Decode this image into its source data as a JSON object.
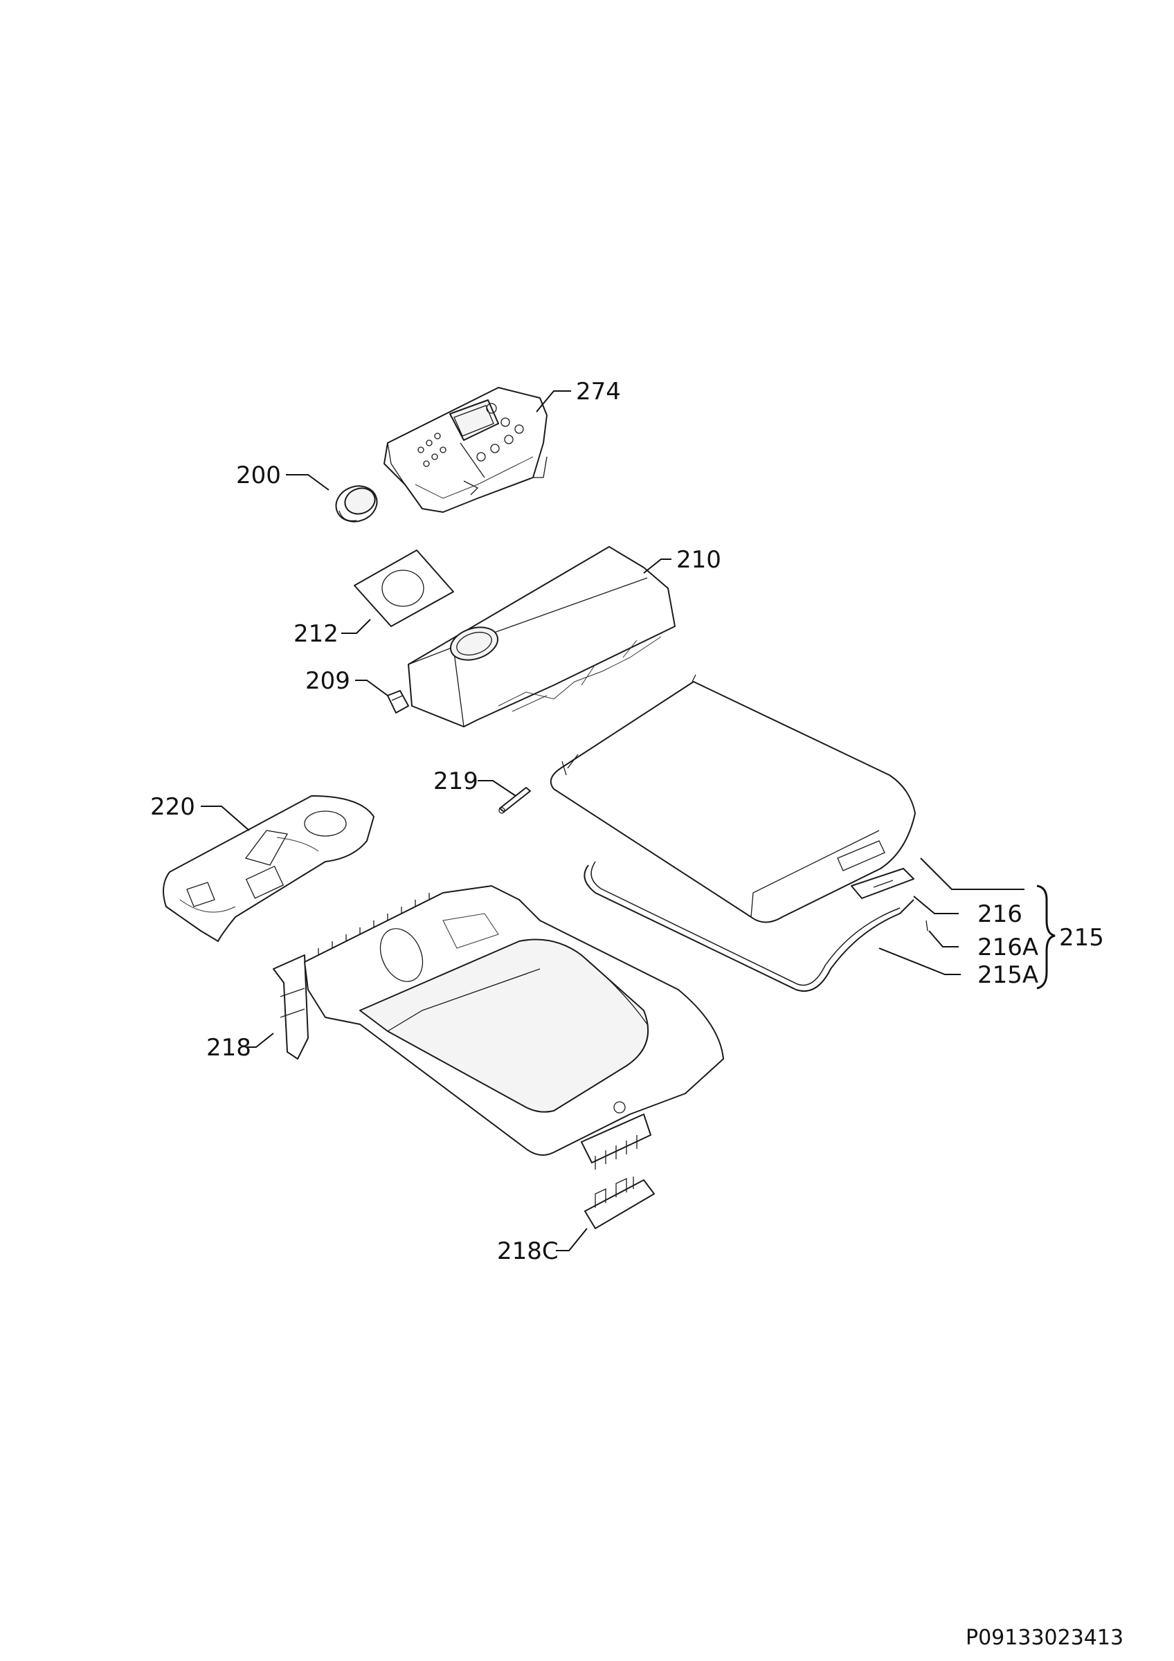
{
  "callouts": {
    "c274": "274",
    "c200": "200",
    "c210": "210",
    "c212": "212",
    "c209": "209",
    "c219": "219",
    "c220": "220",
    "c216": "216",
    "c216a": "216A",
    "c215": "215",
    "c215a": "215A",
    "c218": "218",
    "c218c": "218C"
  },
  "document_number": "P09133023413"
}
